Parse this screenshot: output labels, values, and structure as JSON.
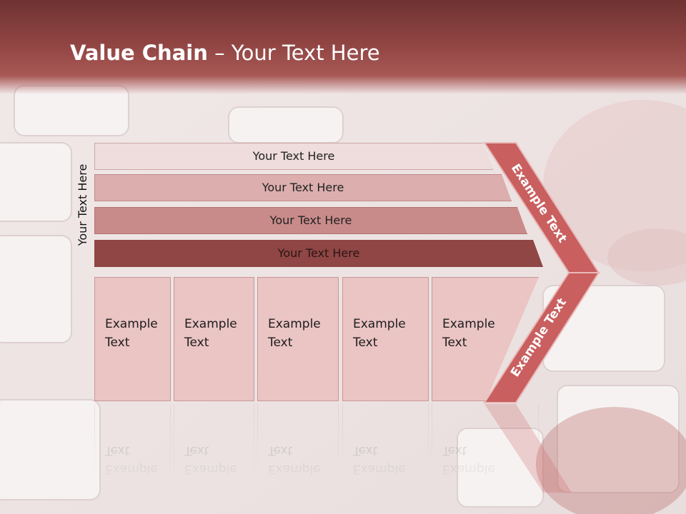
{
  "slide": {
    "title_bold": "Value Chain",
    "title_rest": " – Your Text Here",
    "side_label": "Your Text Here"
  },
  "support_rows": [
    {
      "label": "Your Text Here",
      "color": "#efdcdc"
    },
    {
      "label": "Your Text Here",
      "color": "#dcaeae"
    },
    {
      "label": "Your Text Here",
      "color": "#c98b8a"
    },
    {
      "label": "Your Text Here",
      "color": "#8f4644"
    }
  ],
  "primary_boxes": [
    {
      "line1": "Example",
      "line2": "Text"
    },
    {
      "line1": "Example",
      "line2": "Text"
    },
    {
      "line1": "Example",
      "line2": "Text"
    },
    {
      "line1": "Example",
      "line2": "Text"
    },
    {
      "line1": "Example",
      "line2": "Text"
    }
  ],
  "arrow": {
    "upper_label": "Example Text",
    "lower_label": "Example Text",
    "color": "#c95f5f"
  }
}
